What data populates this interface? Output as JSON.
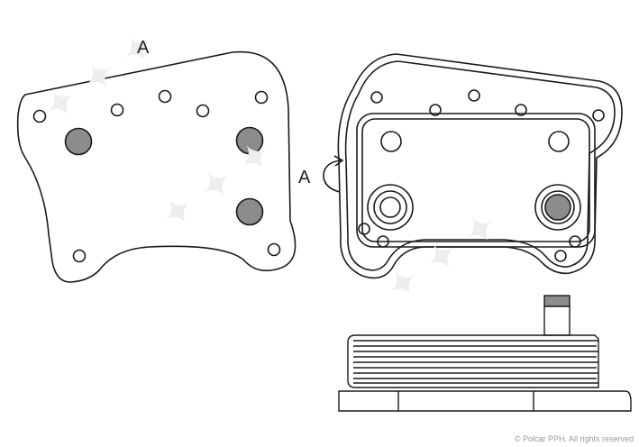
{
  "diagram": {
    "view_label_top": "A",
    "view_label_side": "A",
    "copyright": "© Polcar PPH. All rights reserved",
    "colors": {
      "line": "#1a1a1a",
      "port_fill": "#8c8c8c",
      "background": "#ffffff"
    }
  }
}
